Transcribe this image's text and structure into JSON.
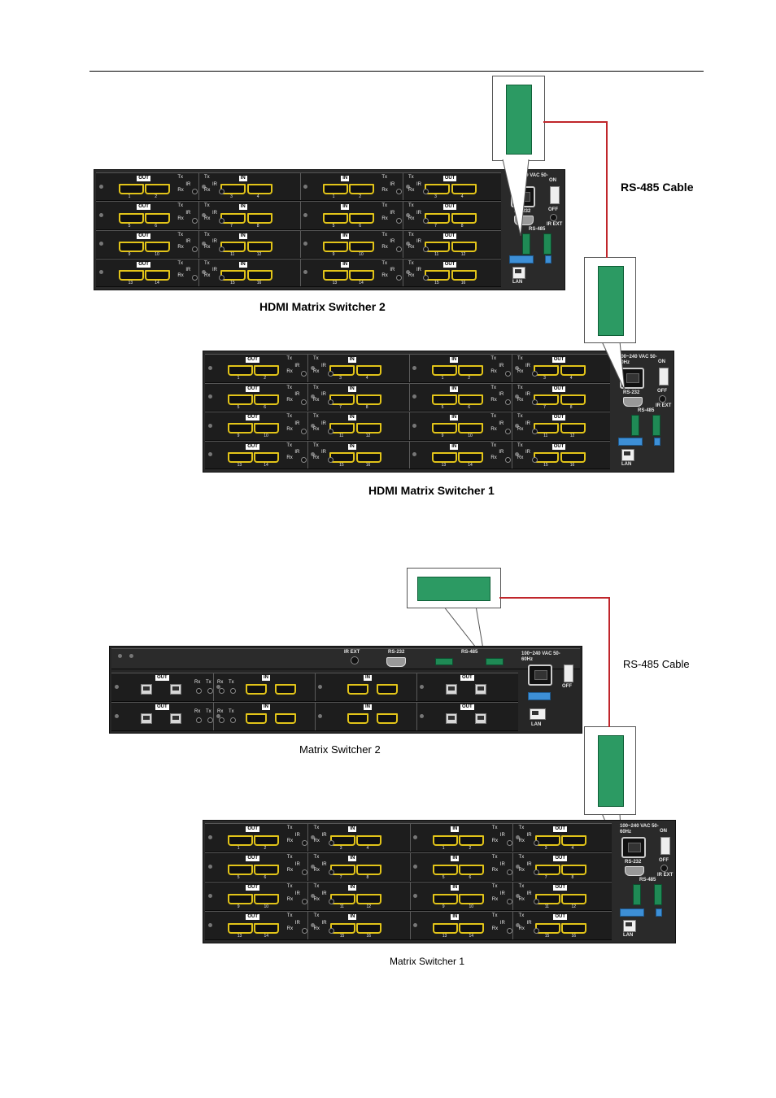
{
  "diagram1": {
    "top_caption": "HDMI Matrix Switcher 2",
    "bottom_caption": "HDMI Matrix Switcher 1",
    "cable_label": "RS-485 Cable"
  },
  "diagram2": {
    "top_caption": "Matrix Switcher 2",
    "bottom_caption": "Matrix Switcher 1",
    "cable_label": "RS-485 Cable"
  },
  "panel": {
    "out": "OUT",
    "in": "IN",
    "tx": "Tx",
    "rx": "Rx",
    "ir": "IR",
    "power": "100~240 VAC 50-60Hz",
    "on": "ON",
    "off": "OFF",
    "ir_ext": "IR EXT",
    "rs232": "RS-232",
    "rs485": "RS-485",
    "lan": "LAN"
  },
  "colors": {
    "cable": "#c0262b",
    "hdmi_port": "#e2c419",
    "terminal": "#2c9a63",
    "chassis": "#2a2a2a"
  }
}
